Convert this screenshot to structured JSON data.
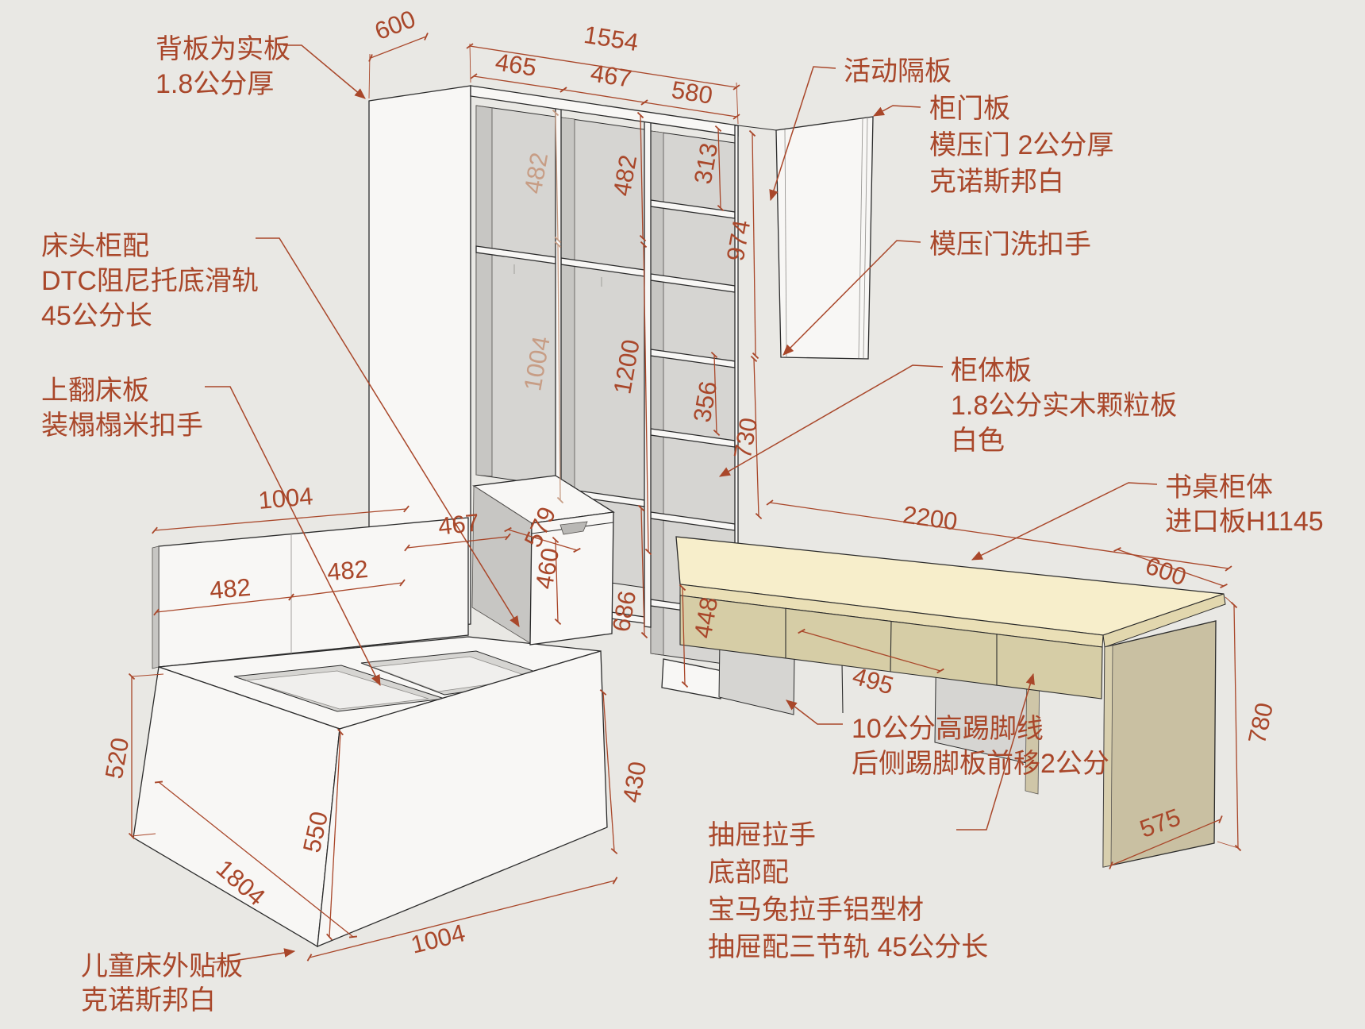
{
  "colors": {
    "background": "#e9e8e4",
    "annotation": "#a9472a",
    "annotation_faded": "#c79d85",
    "desk_top": "#f7eecb",
    "desk_apron": "#d6cda6",
    "desk_leg": "#c9c0a2",
    "line": "#2b2b2b"
  },
  "labels": {
    "back_panel": {
      "l1": "背板为实板",
      "l2": "1.8公分厚"
    },
    "movable_shelf": {
      "l1": "活动隔板"
    },
    "door_panel": {
      "l1": "柜门板",
      "l2": "模压门 2公分厚",
      "l3": "克诺斯邦白"
    },
    "door_handle": {
      "l1": "模压门洗扣手"
    },
    "cabinet_body": {
      "l1": "柜体板",
      "l2": "1.8公分实木颗粒板",
      "l3": "白色"
    },
    "desk_body": {
      "l1": "书桌柜体",
      "l2": "进口板H1145"
    },
    "nightstand": {
      "l1": "床头柜配",
      "l2": "DTC阻尼托底滑轨",
      "l3": "45公分长"
    },
    "bed_board": {
      "l1": "上翻床板",
      "l2": "装榻榻米扣手"
    },
    "kickline": {
      "l1": "10公分高踢脚线",
      "l2": "后侧踢脚板前移2公分"
    },
    "drawer_note": {
      "l1": "抽屉拉手",
      "l2": "底部配",
      "l3": "宝马兔拉手铝型材",
      "l4": "抽屉配三节轨 45公分长"
    },
    "bed_outer": {
      "l1": "儿童床外贴板",
      "l2": "克诺斯邦白"
    }
  },
  "dims": {
    "d600_top": "600",
    "d1554": "1554",
    "d465": "465",
    "d467_top": "467",
    "d580": "580",
    "d482_bay1": "482",
    "d1004_bay1": "1004",
    "d482_bay2": "482",
    "d1200": "1200",
    "d313": "313",
    "d974": "974",
    "d356": "356",
    "d730": "730",
    "d448": "448",
    "d686": "686",
    "d467_ns": "467",
    "d579": "579",
    "d460": "460",
    "d1004_head": "1004",
    "d482_head_l": "482",
    "d482_head_r": "482",
    "d520": "520",
    "d550": "550",
    "d1804": "1804",
    "d1004_foot": "1004",
    "d430": "430",
    "d2200": "2200",
    "d600_desk": "600",
    "d495": "495",
    "d780": "780",
    "d575": "575"
  }
}
